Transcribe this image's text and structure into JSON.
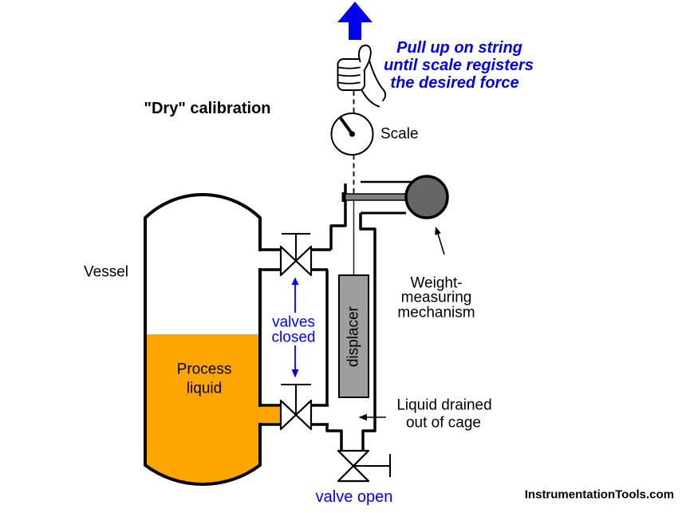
{
  "diagram": {
    "title": "\"Dry\" calibration",
    "note_pull": [
      "Pull up on string",
      "until scale registers",
      "the desired force"
    ],
    "labels": {
      "scale": "Scale",
      "vessel": "Vessel",
      "process_liquid": [
        "Process",
        "liquid"
      ],
      "valves_closed": [
        "valves",
        "closed"
      ],
      "displacer": "displacer",
      "weight_mechanism": [
        "Weight-",
        "measuring",
        "mechanism"
      ],
      "liquid_drained": [
        "Liquid drained",
        "out of cage"
      ],
      "valve_open": "valve open"
    },
    "watermark": "InstrumentationTools.com",
    "colors": {
      "blue": "#0000EE",
      "process_liquid_orange": "#FFA500",
      "displacer_gray": "#9E9E9E",
      "mechanism_gray": "#666666",
      "lever_gray": "#808080"
    }
  }
}
